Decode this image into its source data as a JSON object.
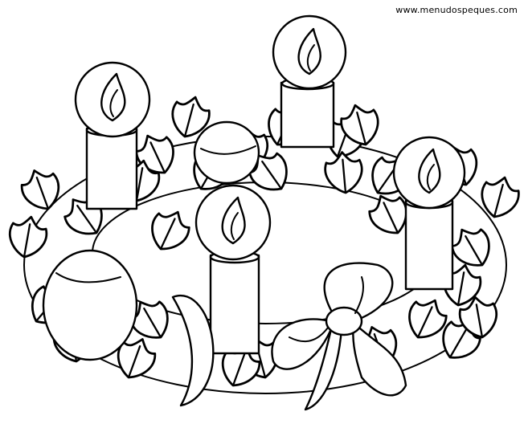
{
  "watermark": "www.menudospeques.com",
  "colors": {
    "ink": "#000000",
    "paper": "#ffffff"
  },
  "illustration": {
    "subject": "advent-wreath-coloring-page",
    "candle_count": 4
  }
}
